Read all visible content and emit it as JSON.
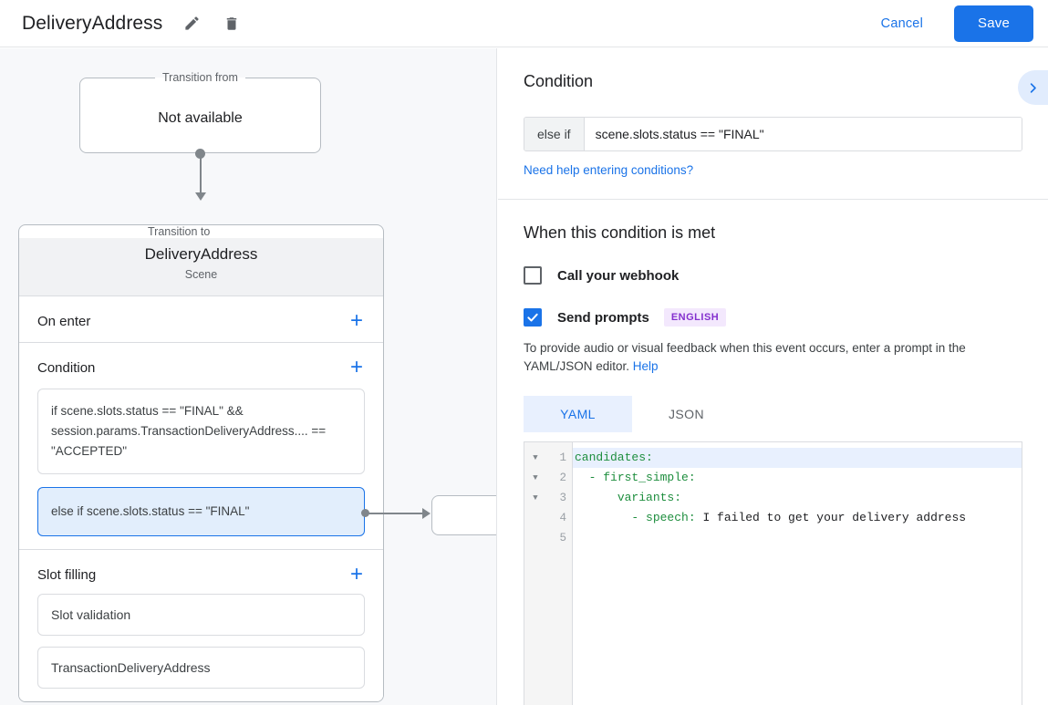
{
  "topbar": {
    "title": "DeliveryAddress",
    "edit_icon": "pencil-icon",
    "delete_icon": "trash-icon",
    "cancel_label": "Cancel",
    "save_label": "Save",
    "accent_color": "#1a73e8"
  },
  "canvas": {
    "transition_from": {
      "legend": "Transition from",
      "value": "Not available"
    },
    "transition_to": {
      "legend": "Transition to",
      "scene_name": "DeliveryAddress",
      "scene_type": "Scene"
    },
    "sections": [
      {
        "title": "On enter",
        "add_label": "+"
      },
      {
        "title": "Condition",
        "add_label": "+"
      },
      {
        "title": "Slot filling",
        "add_label": "+"
      }
    ],
    "conditions": [
      {
        "text": "if scene.slots.status == \"FINAL\" && session.params.TransactionDeliveryAddress.... == \"ACCEPTED\"",
        "selected": false
      },
      {
        "text": "else if scene.slots.status == \"FINAL\"",
        "selected": true
      }
    ],
    "slots": [
      {
        "label": "Slot validation"
      },
      {
        "label": "TransactionDeliveryAddress"
      }
    ]
  },
  "panel": {
    "condition": {
      "title": "Condition",
      "prefix": "else if",
      "value": "scene.slots.status == \"FINAL\"",
      "help_link": "Need help entering conditions?",
      "expand_icon": "chevron-right-icon"
    },
    "when_met": {
      "title": "When this condition is met",
      "webhook": {
        "label": "Call your webhook",
        "checked": false
      },
      "send_prompts": {
        "label": "Send prompts",
        "checked": true,
        "badge": "ENGLISH"
      },
      "hint_prefix": "To provide audio or visual feedback when this event occurs, enter a prompt in the YAML/JSON editor. ",
      "hint_link": "Help"
    },
    "editor": {
      "tabs": [
        {
          "label": "YAML",
          "active": true
        },
        {
          "label": "JSON",
          "active": false
        }
      ],
      "line_numbers": [
        "1",
        "2",
        "3",
        "4",
        "5"
      ],
      "folds": [
        true,
        true,
        true,
        false,
        false
      ],
      "lines": [
        {
          "key": "candidates:",
          "value": "",
          "indent": 0,
          "highlight": true
        },
        {
          "key": "- first_simple:",
          "value": "",
          "indent": 2,
          "highlight": false
        },
        {
          "key": "variants:",
          "value": "",
          "indent": 6,
          "highlight": false
        },
        {
          "key": "- speech:",
          "value": " I failed to get your delivery address",
          "indent": 8,
          "highlight": false
        },
        {
          "key": "",
          "value": "",
          "indent": 0,
          "highlight": false
        }
      ],
      "keyword_color": "#1e8e3e"
    }
  }
}
